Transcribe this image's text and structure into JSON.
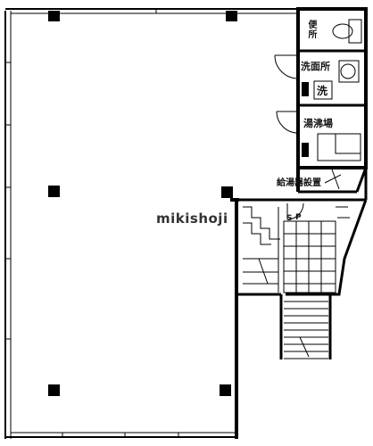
{
  "rooms": {
    "toilet": "便所",
    "washroom": "洗面所",
    "washer": "洗",
    "kitchenette": "湯沸場",
    "water_heater": "給湯器設置",
    "ps": "P",
    "s": "S"
  },
  "watermark": "mikishoji"
}
